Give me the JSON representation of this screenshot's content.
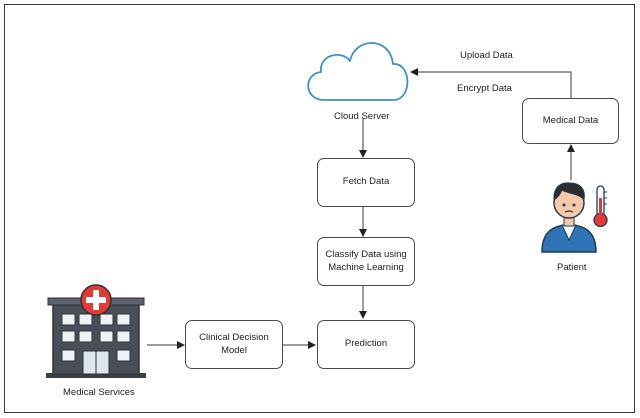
{
  "nodes": {
    "cloud_server": "Cloud Server",
    "fetch_data": "Fetch Data",
    "classify_line1": "Classify Data using",
    "classify_line2": "Machine Learning",
    "prediction": "Prediction",
    "clinical_line1": "Clinical Decision",
    "clinical_line2": "Model",
    "medical_data": "Medical Data",
    "patient": "Patient",
    "medical_services": "Medical Services"
  },
  "edges": {
    "upload_data": "Upload Data",
    "encrypt_data": "Encrypt Data"
  },
  "colors": {
    "cloud_stroke": "#3a8fd6",
    "line": "#3a3a3a",
    "cross": "#e53935",
    "building": "#4a4f57",
    "window": "#eef2f6",
    "skin": "#f5c9a8",
    "hair": "#2d2d2d",
    "shirt": "#2f74b5",
    "thermometer": "#e53935"
  },
  "icons": [
    "cloud-icon",
    "hospital-icon",
    "patient-icon",
    "thermometer-icon"
  ]
}
